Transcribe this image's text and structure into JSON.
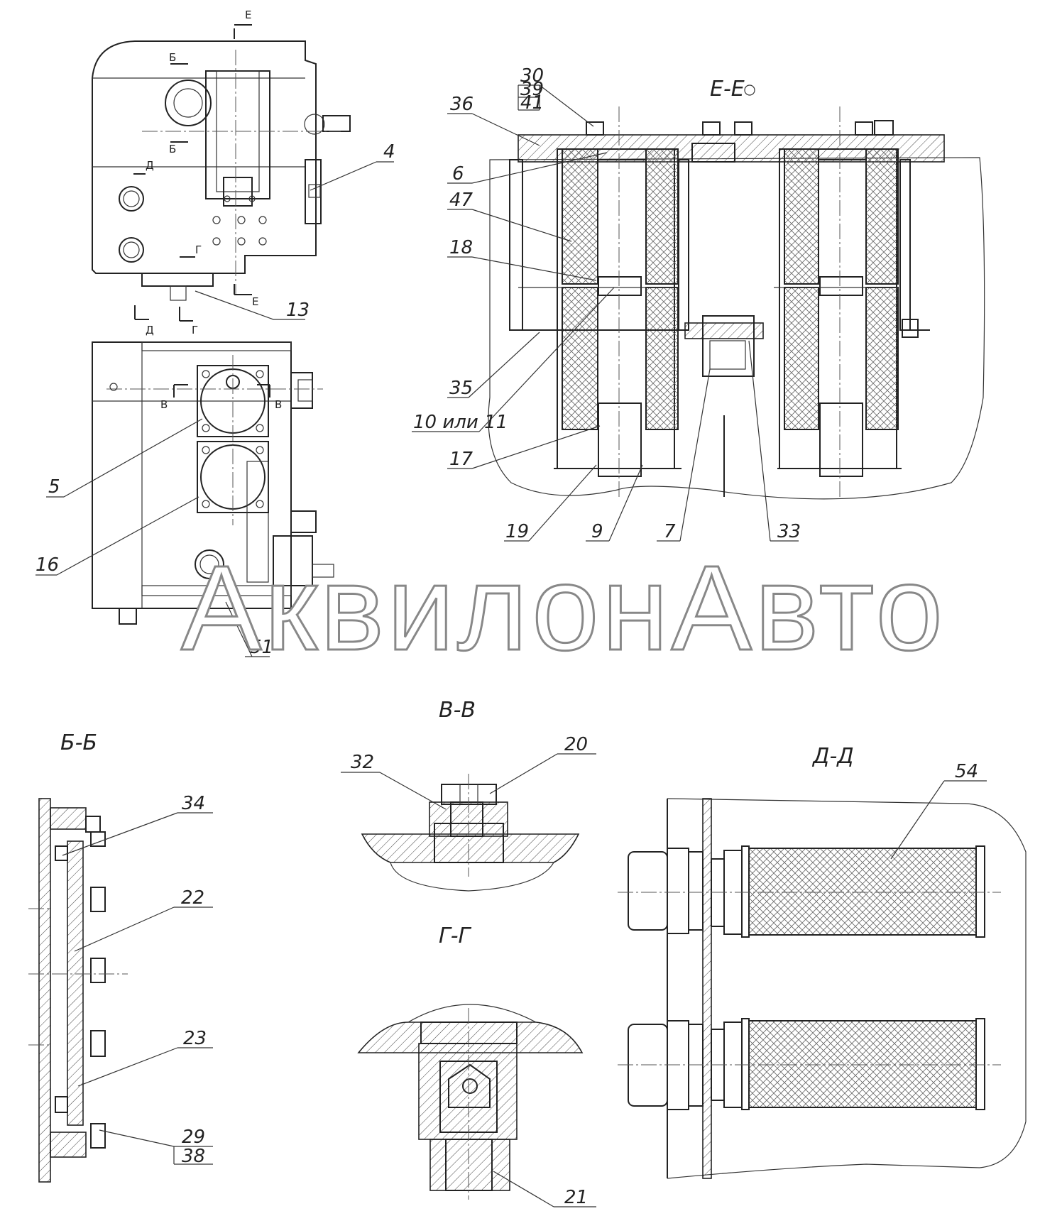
{
  "watermark": "АквилонАвто",
  "sections": {
    "ee": "Е-Е",
    "bb": "Б-Б",
    "vv": "В-В",
    "gg": "Г-Г",
    "dd": "Д-Д"
  },
  "cut_marks": {
    "e": "Е",
    "b": "Б",
    "d": "Д",
    "g": "Г",
    "v": "В"
  },
  "callouts": {
    "n4": "4",
    "n13": "13",
    "n5": "5",
    "n16": "16",
    "n51": "51",
    "n30": "30",
    "n39": "39",
    "n41": "41",
    "n36": "36",
    "n6": "6",
    "n47": "47",
    "n18": "18",
    "n35": "35",
    "n10_11": "10 или 11",
    "n17": "17",
    "n19": "19",
    "n9": "9",
    "n7": "7",
    "n33": "33",
    "n32": "32",
    "n20": "20",
    "n34": "34",
    "n22": "22",
    "n23": "23",
    "n29": "29",
    "n38": "38",
    "n21": "21",
    "n54": "54"
  }
}
